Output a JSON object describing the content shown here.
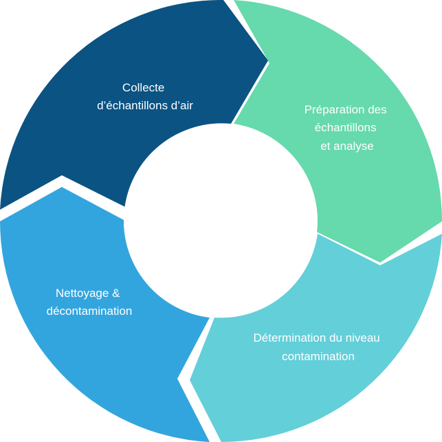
{
  "diagram": {
    "type": "cycle",
    "center_color": "#ffffff",
    "segments": [
      {
        "id": "collecte",
        "color": "#0b5383",
        "lines": [
          "Collecte",
          "d’échantillons d’air"
        ]
      },
      {
        "id": "preparation",
        "color": "#66d9ad",
        "lines": [
          "Préparation des",
          "échantillons",
          "et analyse"
        ]
      },
      {
        "id": "determination",
        "color": "#63cfd9",
        "lines": [
          "Détermination du niveau",
          "contamination"
        ]
      },
      {
        "id": "nettoyage",
        "color": "#33a5de",
        "lines": [
          "Nettoyage &",
          "décontamination"
        ]
      }
    ]
  }
}
